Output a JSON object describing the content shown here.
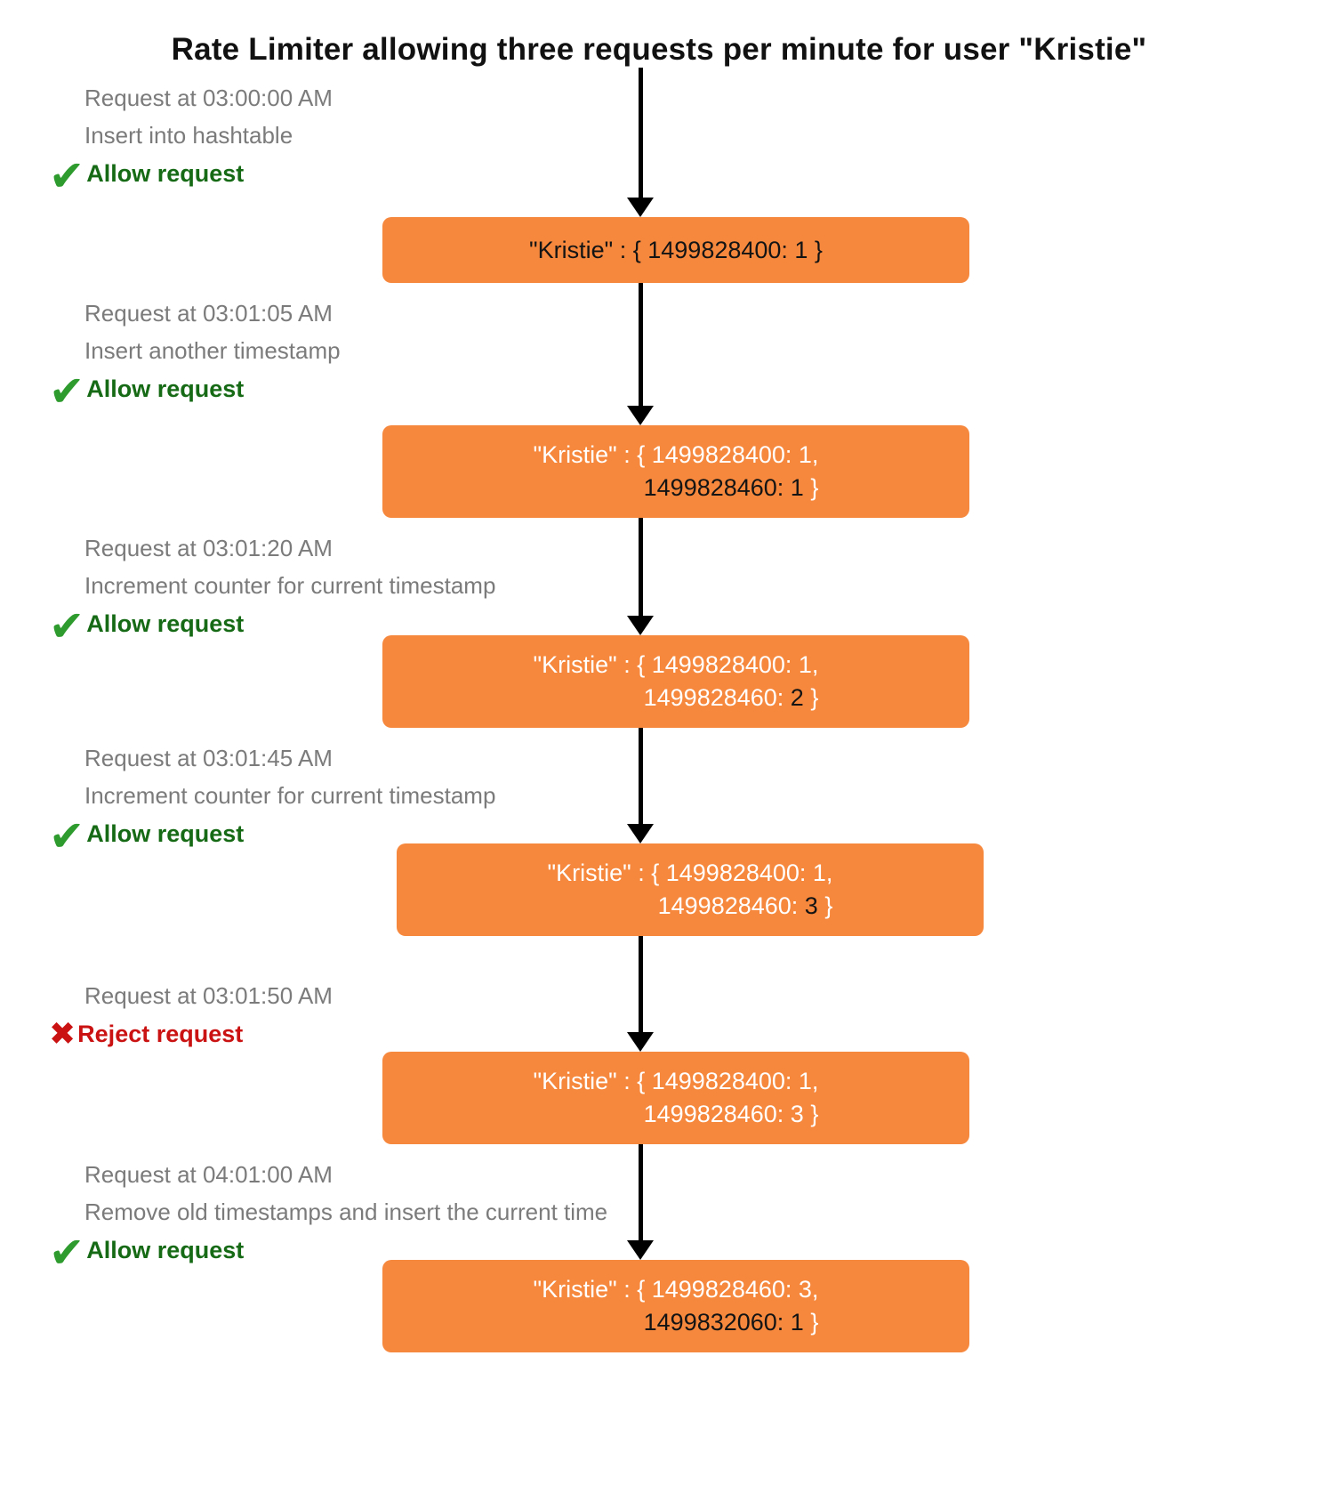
{
  "title": "Rate Limiter allowing three requests per minute for user \"Kristie\"",
  "icons": {
    "allow_glyph": "✔",
    "reject_glyph": "✖"
  },
  "colors": {
    "box_orange": "#f6883d",
    "annotation_gray": "#7b7b7b",
    "allow_green_text": "#166a16",
    "allow_green_check": "#2e9b2e",
    "reject_red": "#cb1212",
    "box_text_white": "#ffffff",
    "box_text_highlight": "#141414",
    "arrow_black": "#000000"
  },
  "steps": [
    {
      "request": "Request at 03:00:00 AM",
      "action": "Insert into hashtable",
      "verdict": "Allow request",
      "verdict_type": "allow",
      "box_lines": [
        [
          {
            "text": "\"Kristie\" : { 1499828400: 1 }",
            "highlight": true
          }
        ]
      ]
    },
    {
      "request": "Request at 03:01:05 AM",
      "action": "Insert another timestamp",
      "verdict": "Allow request",
      "verdict_type": "allow",
      "box_lines": [
        [
          {
            "text": "\"Kristie\" : { 1499828400: 1,",
            "highlight": false
          }
        ],
        [
          {
            "text": "1499828460: 1",
            "highlight": true
          },
          {
            "text": " }",
            "highlight": false
          }
        ]
      ]
    },
    {
      "request": "Request at 03:01:20 AM",
      "action": "Increment counter for current timestamp",
      "verdict": "Allow request",
      "verdict_type": "allow",
      "box_lines": [
        [
          {
            "text": "\"Kristie\" : { 1499828400: 1,",
            "highlight": false
          }
        ],
        [
          {
            "text": "1499828460: ",
            "highlight": false
          },
          {
            "text": "2",
            "highlight": true
          },
          {
            "text": " }",
            "highlight": false
          }
        ]
      ]
    },
    {
      "request": "Request at 03:01:45 AM",
      "action": "Increment counter for current timestamp",
      "verdict": "Allow request",
      "verdict_type": "allow",
      "box_lines": [
        [
          {
            "text": "\"Kristie\" : { 1499828400: 1,",
            "highlight": false
          }
        ],
        [
          {
            "text": "1499828460: ",
            "highlight": false
          },
          {
            "text": "3",
            "highlight": true
          },
          {
            "text": " }",
            "highlight": false
          }
        ]
      ]
    },
    {
      "request": "Request at 03:01:50 AM",
      "action": "",
      "verdict": "Reject request",
      "verdict_type": "reject",
      "box_lines": [
        [
          {
            "text": "\"Kristie\" : { 1499828400: 1,",
            "highlight": false
          }
        ],
        [
          {
            "text": "1499828460: 3 }",
            "highlight": false
          }
        ]
      ]
    },
    {
      "request": "Request at 04:01:00 AM",
      "action": "Remove old timestamps and insert the current time",
      "verdict": "Allow request",
      "verdict_type": "allow",
      "box_lines": [
        [
          {
            "text": "\"Kristie\" : { 1499828460: 3,",
            "highlight": false
          }
        ],
        [
          {
            "text": "1499832060: 1",
            "highlight": true
          },
          {
            "text": " }",
            "highlight": false
          }
        ]
      ]
    }
  ]
}
